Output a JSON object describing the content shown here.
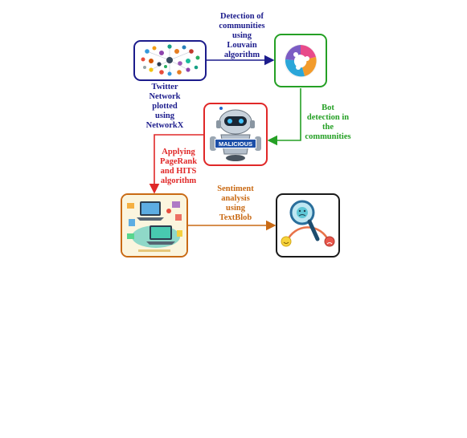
{
  "nodes": {
    "twitter_network": {
      "icon": "social-network-icon",
      "border_color": "#1c1c8c"
    },
    "community": {
      "icon": "community-circle-icon",
      "border_color": "#25a025"
    },
    "bot": {
      "icon": "malicious-robot-icon",
      "border_color": "#e02828",
      "badge": "MALICIOUS"
    },
    "pagerank": {
      "icon": "analytics-laptop-icon",
      "border_color": "#c96a14"
    },
    "sentiment": {
      "icon": "sentiment-magnifier-icon",
      "border_color": "#1a1a1a"
    }
  },
  "labels": {
    "detection": {
      "lines": [
        "Detection of",
        "communities",
        "using",
        "Louvain",
        "algorithm"
      ],
      "color": "#1c1c8c"
    },
    "twitter": {
      "lines": [
        "Twitter",
        "Network",
        "plotted",
        "using",
        "NetworkX"
      ],
      "color": "#1c1c8c"
    },
    "bot_detection": {
      "lines": [
        "Bot",
        "detection in",
        "the",
        "communities"
      ],
      "color": "#25a025"
    },
    "pagerank": {
      "lines": [
        "Applying",
        "PageRank",
        "and HITS",
        "algorithm"
      ],
      "color": "#e02828"
    },
    "sentiment": {
      "lines": [
        "Sentiment",
        "analysis",
        "using",
        "TextBlob"
      ],
      "color": "#c96a14"
    }
  }
}
